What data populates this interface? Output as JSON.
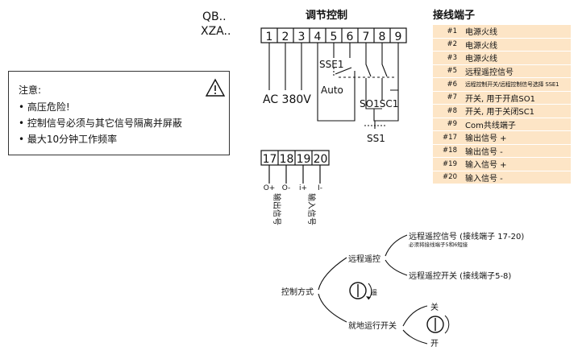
{
  "model": [
    "QB..",
    "XZA.."
  ],
  "section_titles": {
    "control": "调节控制",
    "terminals": "接线端子"
  },
  "warning": {
    "title": "注意:",
    "items": [
      "高压危险!",
      "控制信号必须与其它信号隔离并屏蔽",
      "最大10分钟工作频率"
    ],
    "icon": "warning-triangle-icon"
  },
  "terminal_strip_top": [
    "1",
    "2",
    "3",
    "4",
    "5",
    "6",
    "7",
    "8",
    "9"
  ],
  "terminal_strip_bottom": [
    "17",
    "18",
    "19",
    "20"
  ],
  "wiring_labels": {
    "ac": "AC 380V",
    "sse1": "SSE1",
    "auto": "Auto",
    "so1sc1": "SO1SC1",
    "ss1": "SS1",
    "o_plus": "O+",
    "o_minus": "O-",
    "i_plus": "i+",
    "i_minus": "I-",
    "output_signal": "输出信号",
    "input_signal": "输入信号"
  },
  "terminal_table": [
    {
      "no": "#1",
      "desc": "电源火线"
    },
    {
      "no": "#2",
      "desc": "电源火线"
    },
    {
      "no": "#3",
      "desc": "电源火线"
    },
    {
      "no": "#5",
      "desc": "远程遥控信号"
    },
    {
      "no": "#6",
      "desc": "远程控制开关/远程控制信号选择 SSE1"
    },
    {
      "no": "#7",
      "desc": "开关, 用于开启SO1"
    },
    {
      "no": "#8",
      "desc": "开关, 用于关闭SC1"
    },
    {
      "no": "#9",
      "desc": "Com共线端子"
    },
    {
      "no": "#17",
      "desc": "输出信号 +"
    },
    {
      "no": "#18",
      "desc": "输出信号 -"
    },
    {
      "no": "#19",
      "desc": "输入信号 +"
    },
    {
      "no": "#20",
      "desc": "输入信号 -"
    }
  ],
  "control_tree": {
    "root": "控制方式",
    "remote": "远程遥控",
    "local": "就地运行开关",
    "remote_signal": "远程遥控信号 (接线端子 17-20)",
    "remote_signal_note": "必须将接线端子5和6短接",
    "remote_switch": "远程遥控开关 (接线端子5-8)",
    "knob_label": "遥",
    "switch_close": "关",
    "switch_open": "开"
  }
}
